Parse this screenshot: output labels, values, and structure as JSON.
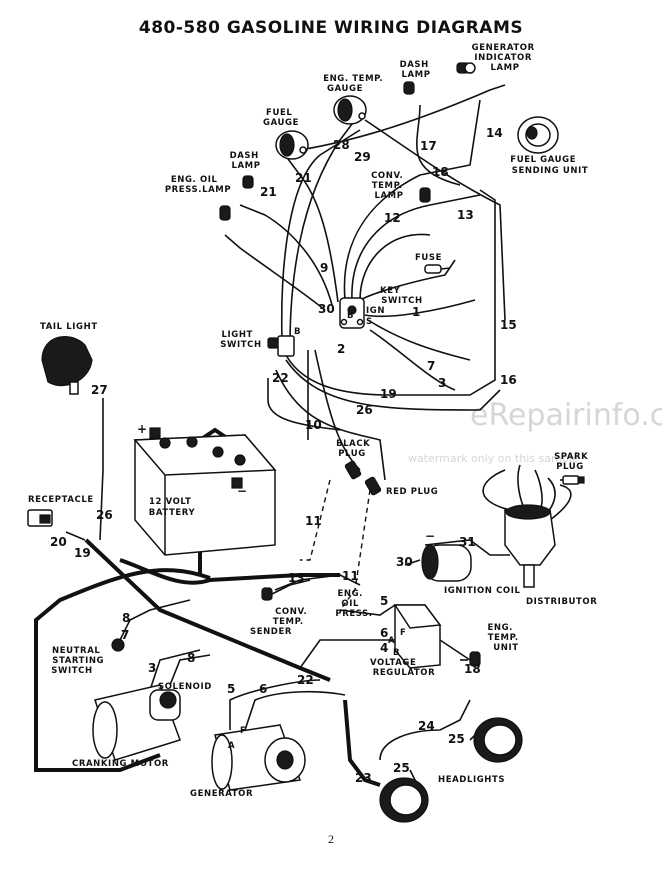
{
  "title": "480-580 GASOLINE WIRING DIAGRAMS",
  "page_number": "2",
  "watermark": {
    "text": "eRepairinfo.com",
    "subtext": "watermark only on this sample"
  },
  "components": {
    "generator_indicator_lamp": [
      "GENERATOR",
      "INDICATOR",
      "LAMP"
    ],
    "dash_lamp_top": [
      "DASH",
      "LAMP"
    ],
    "eng_temp_gauge": [
      "ENG. TEMP.",
      "GAUGE"
    ],
    "fuel_gauge": [
      "FUEL",
      "GAUGE"
    ],
    "fuel_gauge_sending_unit": [
      "FUEL GAUGE",
      "SENDING UNIT"
    ],
    "dash_lamp_left": [
      "DASH",
      "LAMP"
    ],
    "eng_oil_press_lamp": [
      "ENG. OIL",
      "PRESS.LAMP"
    ],
    "conv_temp_lamp": [
      "CONV.",
      "TEMP.",
      "LAMP"
    ],
    "fuse": "FUSE",
    "key_switch": [
      "KEY",
      "SWITCH"
    ],
    "ign": "IGN",
    "tail_light": "TAIL LIGHT",
    "light_switch": [
      "LIGHT",
      "SWITCH"
    ],
    "black_plug": [
      "BLACK",
      "PLUG"
    ],
    "red_plug": "RED PLUG",
    "spark_plug": [
      "SPARK",
      "PLUG"
    ],
    "receptacle": "RECEPTACLE",
    "battery": [
      "12 VOLT",
      "BATTERY"
    ],
    "ignition_coil": "IGNITION COIL",
    "distributor": "DISTRIBUTOR",
    "conv_temp_sender": [
      "CONV.",
      "TEMP.",
      "SENDER"
    ],
    "eng_oil_press": [
      "ENG.",
      "OIL",
      "PRESS."
    ],
    "voltage_regulator": [
      "VOLTAGE",
      "REGULATOR"
    ],
    "eng_temp_unit": [
      "ENG.",
      "TEMP.",
      "UNIT"
    ],
    "neutral_starting_switch": [
      "NEUTRAL",
      "STARTING",
      "SWITCH"
    ],
    "solenoid": "SOLENOID",
    "cranking_motor": "CRANKING MOTOR",
    "generator": "GENERATOR",
    "headlights": "HEADLIGHTS"
  },
  "terminal_letters": {
    "key_b": "B",
    "key_s": "S",
    "light_b": "B",
    "reg_f": "F",
    "reg_a": "A",
    "reg_b": "B",
    "gen_a": "A",
    "gen_f": "F",
    "battery_plus": "+",
    "battery_minus": "−",
    "coil_minus": "−"
  },
  "wire_numbers": {
    "w1": "1",
    "w2": "2",
    "w3a": "3",
    "w3b": "3",
    "w4": "4",
    "w5a": "5",
    "w5b": "5",
    "w6a": "6",
    "w6b": "6",
    "w7a": "7",
    "w7b": "7",
    "w8a": "8",
    "w8b": "8",
    "w9": "9",
    "w10": "10",
    "w11a": "11",
    "w11b": "11",
    "w12": "12",
    "w13a": "13",
    "w13b": "13",
    "w14": "14",
    "w15": "15",
    "w16": "16",
    "w17": "17",
    "w18a": "18",
    "w18b": "18",
    "w19a": "19",
    "w19b": "19",
    "w20": "20",
    "w21a": "21",
    "w21b": "21",
    "w22a": "22",
    "w22b": "22",
    "w23": "23",
    "w24": "24",
    "w25a": "25",
    "w25b": "25",
    "w26a": "26",
    "w26b": "26",
    "w27": "27",
    "w28": "28",
    "w29": "29",
    "w30a": "30",
    "w30b": "30",
    "w31": "31"
  }
}
